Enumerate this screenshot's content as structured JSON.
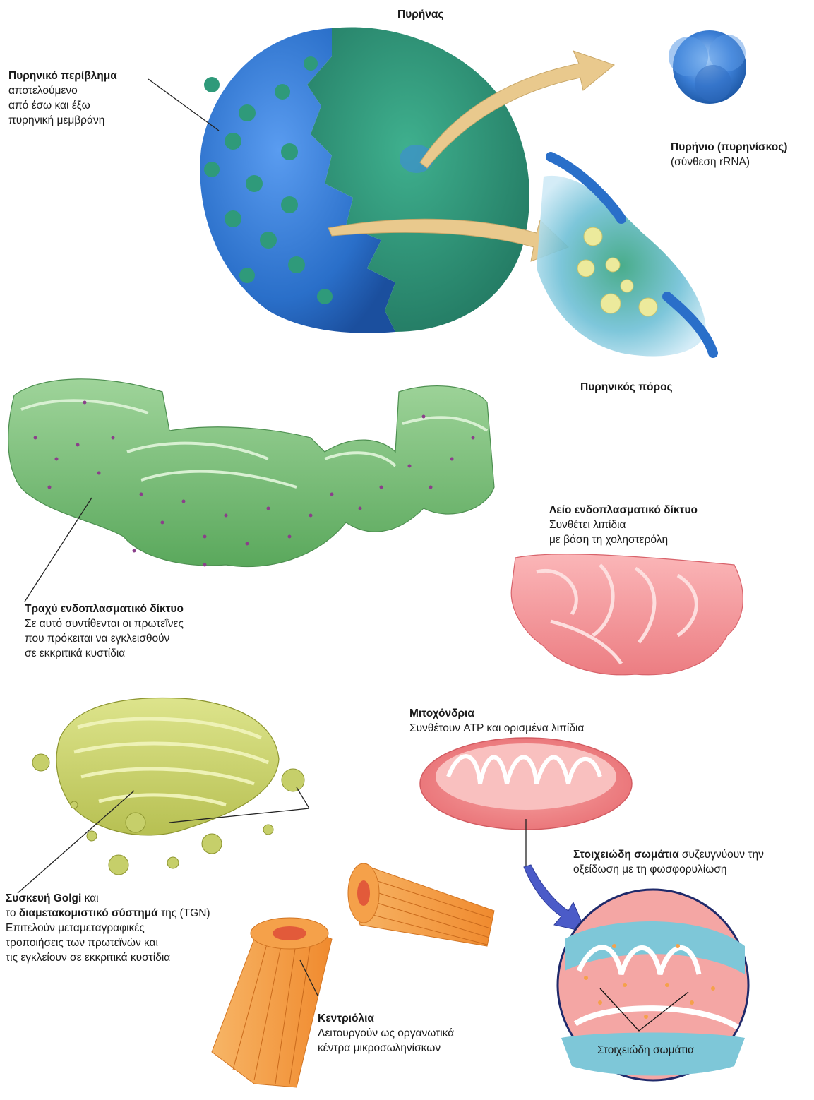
{
  "labels": {
    "nucleus": "Πυρήνας",
    "envelope": {
      "title": "Πυρηνικό περίβλημα",
      "lines": [
        "αποτελούμενο",
        "από έσω και έξω",
        "πυρηνική μεμβράνη"
      ]
    },
    "nucleolus": {
      "title": "Πυρήνιο (πυρηνίσκος)",
      "lines": [
        "(σύνθεση rRNA)"
      ]
    },
    "pore": "Πυρηνικός πόρος",
    "rough_er": {
      "title": "Τραχύ ενδοπλασματικό δίκτυο",
      "lines": [
        "Σε αυτό συντίθενται οι πρωτεΐνες",
        "που πρόκειται να εγκλεισθούν",
        "σε εκκριτικά κυστίδια"
      ]
    },
    "smooth_er": {
      "title": "Λείο ενδοπλασματικό δίκτυο",
      "lines": [
        "Συνθέτει λιπίδια",
        "με βάση τη χοληστερόλη"
      ]
    },
    "mitochondria": {
      "title": "Μιτοχόνδρια",
      "lines": [
        "Συνθέτουν ATP και ορισμένα λιπίδια"
      ]
    },
    "particles_desc": {
      "title": "Στοιχειώδη σωμάτια",
      "rest": " συζευγνύουν την",
      "line2": "οξείδωση με τη φωσφορυλίωση"
    },
    "golgi": {
      "title": "Συσκευή Golgi",
      "mid1": " και",
      "prefix2": "το ",
      "title2": "διαμετακομιστικό σύστημά",
      "mid2": " της (TGN)",
      "lines": [
        "Επιτελούν μεταμεταγραφικές",
        "τροποιήσεις των πρωτεϊνών και",
        "τις εγκλείουν σε εκκριτικά κυστίδια"
      ]
    },
    "centrioles": {
      "title": "Κεντριόλια",
      "lines": [
        "Λειτουργούν ως οργανωτικά",
        "κέντρα μικροσωληνίσκων"
      ]
    },
    "particles_inset": "Στοιχειώδη σωμάτια"
  },
  "colors": {
    "nucleus_blue": "#2a6fc9",
    "nucleus_green": "#2f9a7a",
    "er_green": "#7cc07a",
    "smooth_er_pink": "#f08a8e",
    "golgi_olive": "#c6cf6a",
    "centriole_orange": "#f5a14a",
    "arrow_tan": "#e9c98d",
    "arrow_blue": "#4b5bc8"
  }
}
